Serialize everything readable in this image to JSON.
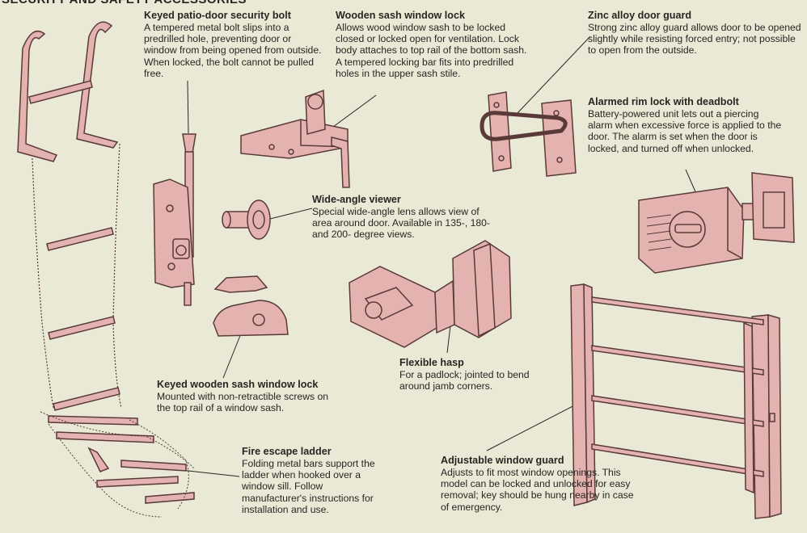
{
  "header": {
    "title": "SECURITY AND SAFETY ACCESSORIES"
  },
  "items": {
    "patio_bolt": {
      "title": "Keyed patio-door security bolt",
      "desc": "A tempered metal bolt slips into a predrilled hole, preventing door or window from being opened from outside. When locked, the bolt cannot be pulled free."
    },
    "sash_lock": {
      "title": "Wooden sash window lock",
      "desc": "Allows wood window sash to be locked closed or locked open for ventilation. Lock body attaches to top rail of the bottom sash. A tempered locking bar fits into predrilled holes in the upper sash stile."
    },
    "door_guard": {
      "title": "Zinc alloy door guard",
      "desc": "Strong zinc alloy guard allows door to be opened slightly while resisting forced entry; not possible to open from the outside."
    },
    "rim_lock": {
      "title": "Alarmed rim lock with deadbolt",
      "desc": "Battery-powered unit lets out a piercing alarm when excessive force is applied to the door. The alarm is set when the door is locked, and turned off when unlocked."
    },
    "viewer": {
      "title": "Wide-angle viewer",
      "desc": "Special wide-angle lens allows view of area around door. Available in 135-, 180- and 200- degree views."
    },
    "hasp": {
      "title": "Flexible hasp",
      "desc": "For a padlock; jointed to bend around jamb corners."
    },
    "keyed_sash": {
      "title": "Keyed wooden sash window lock",
      "desc": "Mounted with non-retractible screws on the top rail of a window sash."
    },
    "ladder": {
      "title": "Fire escape ladder",
      "desc": "Folding metal bars support the ladder when hooked over a window sill. Follow manufacturer's instructions for installation and use."
    },
    "window_guard": {
      "title": "Adjustable window guard",
      "desc": "Adjusts to fit most window openings. This model can be locked and unlocked for easy removal; key should be hung nearby in case of emergency."
    }
  },
  "colors": {
    "background": "#e9e9d6",
    "product": "#e4b3b0",
    "outline": "#5a3a38",
    "text": "#2a2522"
  }
}
